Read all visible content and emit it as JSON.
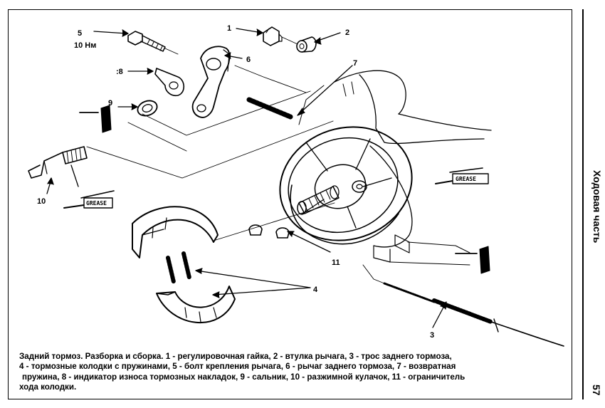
{
  "callouts": {
    "n1": "1",
    "n2": "2",
    "n3": "3",
    "n4": "4",
    "n5": "5",
    "torque": "10 Нм",
    "n6": "6",
    "n7": "7",
    "n8": ":8",
    "n9": "9",
    "n10": "10",
    "n11": "11"
  },
  "grease_tags": {
    "upper_right": "GREASE",
    "left": "GREASE"
  },
  "caption": {
    "line1": "Задний тормоз. Разборка и сборка. 1 - регулировочная гайка, 2 - втулка рычага, 3 - трос заднего тормоза,",
    "line2": "4 - тормозные колодки с пружинами, 5 - болт крепления рычага, 6 - рычаг заднего тормоза, 7 - возвратная",
    "line3": "пружина, 8 - индикатор износа тормозных накладок, 9 - сальник, 10 - разжимной кулачок, 11 - ограничитель",
    "line4": "хода колодки."
  },
  "side": {
    "section_title": "Ходовая часть",
    "page_number": "57"
  }
}
